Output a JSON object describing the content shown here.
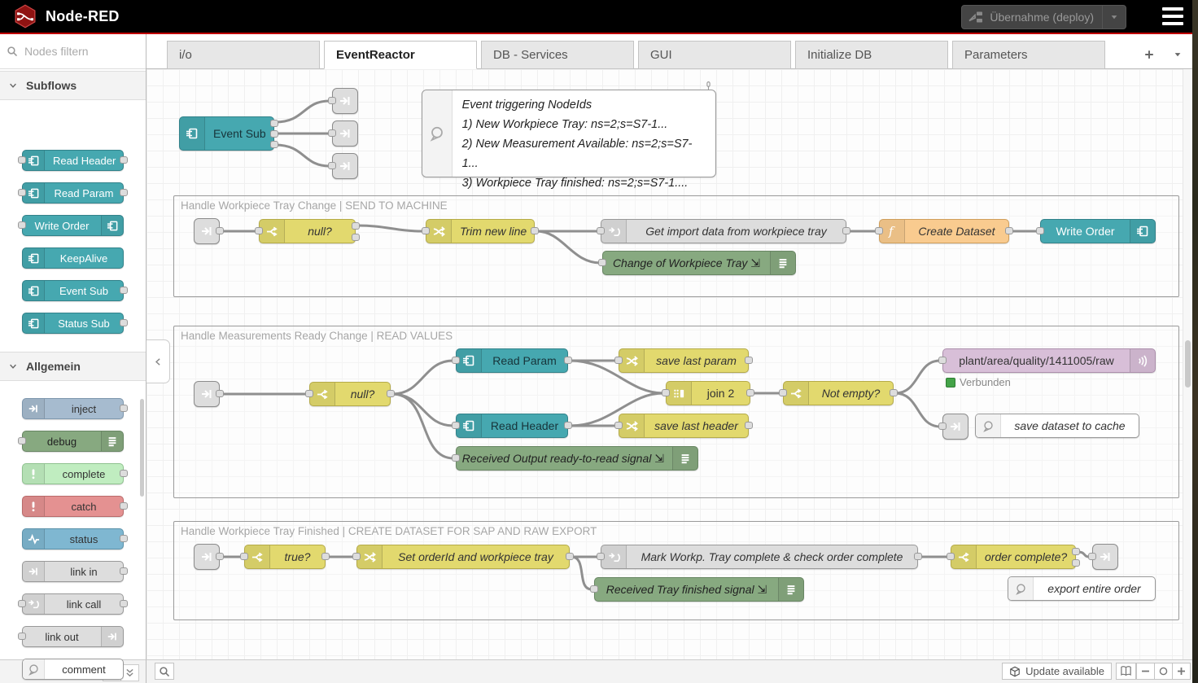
{
  "header": {
    "app_title": "Node-RED",
    "deploy_label": "Übernahme (deploy)"
  },
  "palette": {
    "search_placeholder": "Nodes filtern",
    "sections": [
      {
        "label": "Subflows",
        "items": [
          {
            "label": "Read Header"
          },
          {
            "label": "Read Param"
          },
          {
            "label": "Write Order"
          },
          {
            "label": "KeepAlive"
          },
          {
            "label": "Event Sub"
          },
          {
            "label": "Status Sub"
          }
        ]
      },
      {
        "label": "Allgemein",
        "items": [
          {
            "label": "inject"
          },
          {
            "label": "debug"
          },
          {
            "label": "complete"
          },
          {
            "label": "catch"
          },
          {
            "label": "status"
          },
          {
            "label": "link in"
          },
          {
            "label": "link call"
          },
          {
            "label": "link out"
          },
          {
            "label": "comment"
          }
        ]
      }
    ]
  },
  "tabs": {
    "items": [
      {
        "label": "i/o"
      },
      {
        "label": "EventReactor"
      },
      {
        "label": "DB - Services"
      },
      {
        "label": "GUI"
      },
      {
        "label": "Initialize DB"
      },
      {
        "label": "Parameters"
      }
    ]
  },
  "canvas": {
    "note": {
      "title": "Event triggering NodeIds",
      "line1": "1) New Workpiece Tray: ns=2;s=S7-1...",
      "line2": "2) New Measurement Available: ns=2;s=S7-1...",
      "line3": "3) Workpiece Tray finished: ns=2;s=S7-1...."
    },
    "groups": [
      {
        "label": "Handle Workpiece Tray Change | SEND TO MACHINE"
      },
      {
        "label": "Handle Measurements Ready Change | READ VALUES"
      },
      {
        "label": "Handle Workpiece Tray Finished | CREATE DATASET FOR SAP AND RAW EXPORT"
      }
    ],
    "nodes": {
      "event_sub": {
        "label": "Event Sub"
      },
      "null1": {
        "label": "null?"
      },
      "trim": {
        "label": "Trim new line"
      },
      "get_import": {
        "label": "Get import data from workpiece tray"
      },
      "create_dataset": {
        "label": "Create Dataset"
      },
      "write_order": {
        "label": "Write Order"
      },
      "change_tray": {
        "label": "Change of Workpiece Tray ⇲"
      },
      "null2": {
        "label": "null?"
      },
      "read_param": {
        "label": "Read Param"
      },
      "read_header": {
        "label": "Read Header"
      },
      "save_param": {
        "label": "save last param"
      },
      "save_header": {
        "label": "save last header"
      },
      "join2": {
        "label": "join 2"
      },
      "not_empty": {
        "label": "Not empty?"
      },
      "mqtt_out": {
        "label": "plant/area/quality/1411005/raw",
        "status": "Verbunden"
      },
      "recv_output": {
        "label": "Received Output ready-to-read signal ⇲"
      },
      "cache_note": {
        "label": "save dataset to cache"
      },
      "true1": {
        "label": "true?"
      },
      "set_order": {
        "label": "Set orderId and workpiece tray"
      },
      "mark_workp": {
        "label": "Mark Workp. Tray complete & check order complete"
      },
      "recv_tray": {
        "label": "Received Tray finished signal ⇲"
      },
      "order_complete": {
        "label": "order complete?"
      },
      "export_note": {
        "label": "export entire order"
      }
    }
  },
  "footer": {
    "update_label": "Update available"
  },
  "colors": {
    "brand_red": "#C00000",
    "deploy_bg": "#444444",
    "subflow_teal": "#46A8B0",
    "yellow_node": "#E2D96E",
    "orange_function": "#F9CB8F",
    "green_debug": "#87A980",
    "purple_mqtt": "#D8BFD8",
    "link_gray": "#DDDDDD",
    "inject_blue": "#A6BBCF",
    "complete_green": "#C0EDC0",
    "catch_red": "#E49191",
    "status_blue": "#7FB7D1",
    "status_connected_green": "#44A348"
  }
}
